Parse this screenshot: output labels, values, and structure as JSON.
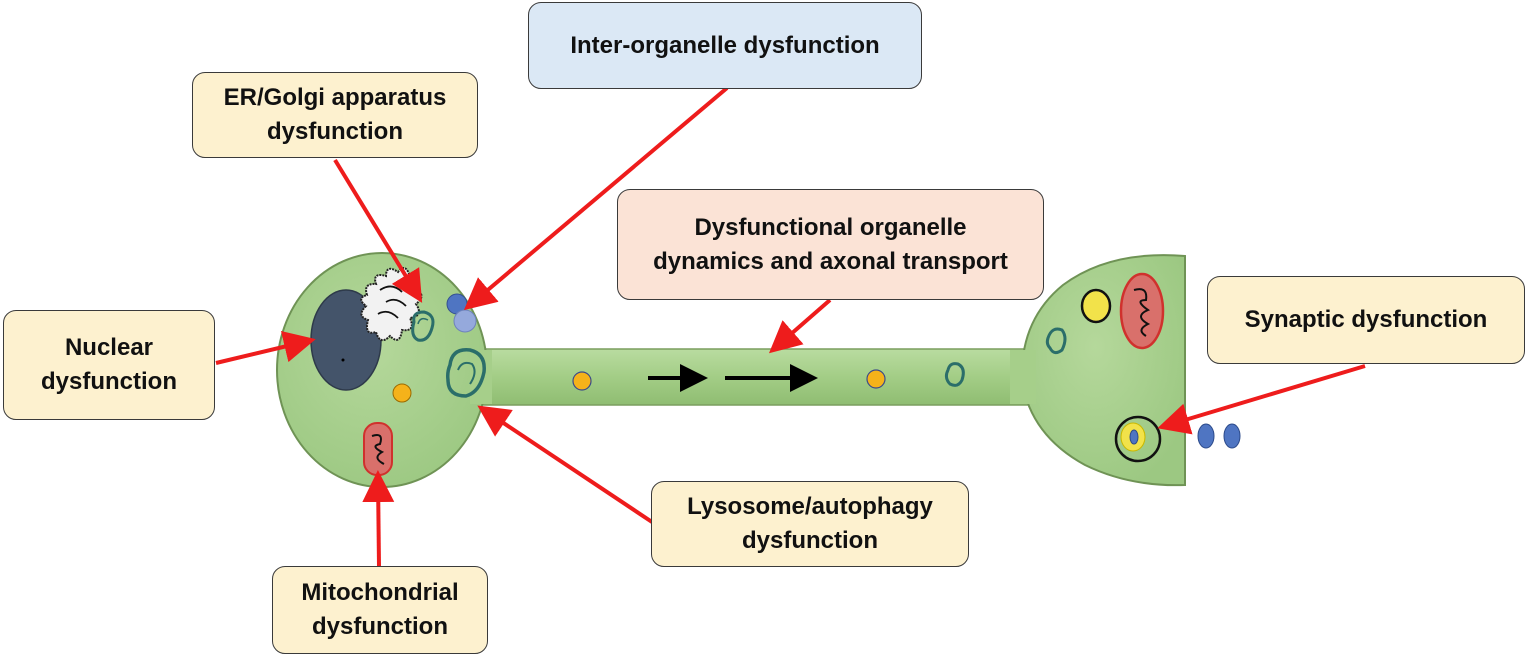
{
  "labels": {
    "inter_organelle": "Inter-organelle dysfunction",
    "er_golgi": [
      "ER/Golgi apparatus",
      "dysfunction"
    ],
    "dynamics": [
      "Dysfunctional organelle",
      "dynamics and axonal transport"
    ],
    "nuclear": [
      "Nuclear",
      "dysfunction"
    ],
    "synaptic": "Synaptic dysfunction",
    "lysosome": [
      "Lysosome/autophagy",
      "dysfunction"
    ],
    "mitochondrial": [
      "Mitochondrial",
      "dysfunction"
    ]
  },
  "colors": {
    "cell_fill": "#a9d08e",
    "arrow": "#ee1c1c",
    "label_yellow": "#fdf1cf",
    "label_blue": "#dbe8f5",
    "label_peach": "#fbe3d6",
    "nucleus": "#44546a",
    "mitochondria": "#d9706b",
    "vesicle_yellow": "#f2e24a",
    "orange_organelle": "#f5b21a"
  }
}
